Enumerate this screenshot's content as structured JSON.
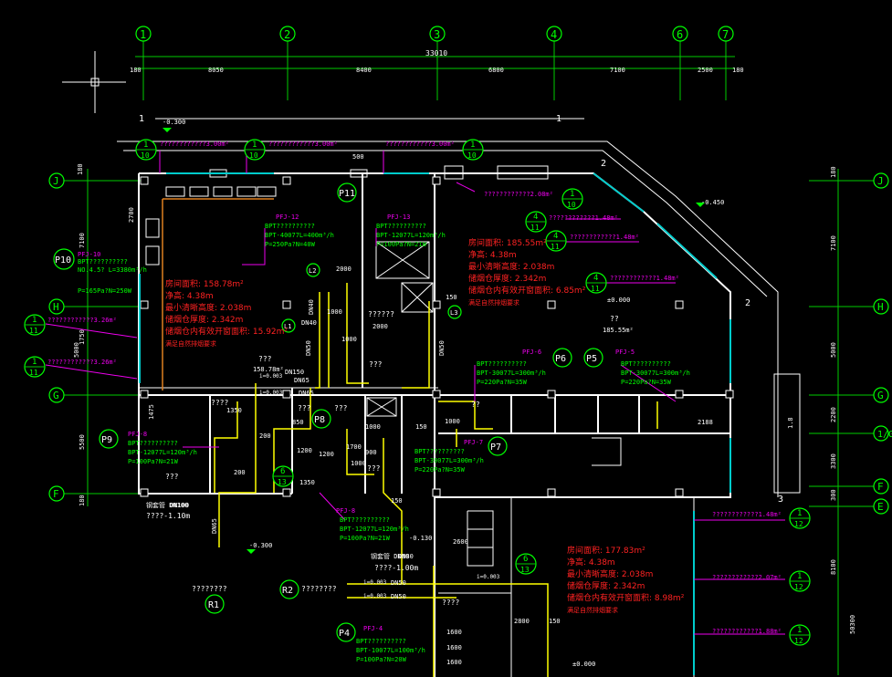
{
  "grid_top": [
    "1",
    "2",
    "3",
    "4",
    "6",
    "7"
  ],
  "grid_right": [
    "J",
    "H",
    "G",
    "F",
    "E"
  ],
  "grid_left": [
    "J",
    "H",
    "G",
    "F"
  ],
  "dims_top": {
    "total": "33010",
    "segments": [
      "180",
      "8050",
      "8400",
      "6800",
      "7100",
      "2500",
      "180"
    ]
  },
  "dims_left": [
    "180",
    "7100",
    "1750",
    "5000",
    "5500",
    "180",
    "2700",
    "1475"
  ],
  "dims_right": [
    "180",
    "7100",
    "5000",
    "2200",
    "3300",
    "300",
    "8100",
    "50300",
    "1.8"
  ],
  "levels": [
    "-0.300",
    "-0.450",
    "±0.000",
    "-0.300",
    "±0.000",
    "-0.130"
  ],
  "section_marks": [
    "1",
    "1",
    "2",
    "2",
    "3"
  ],
  "room_labels": {
    "hall": "???",
    "lounge": "??",
    "corridor": "??",
    "office": "????",
    "reading": "??????",
    "kitchen": "???",
    "toilet_m": "???",
    "toilet_f": "???",
    "toilet": "???",
    "wash": "???",
    "lift": "????"
  },
  "areas": {
    "hall": "158.78m²",
    "dining": "185.55m²"
  },
  "callouts": [
    {
      "n": "1",
      "d": "10",
      "text": "????????????3.00m²"
    },
    {
      "n": "1",
      "d": "10",
      "text": "????????????3.00m²"
    },
    {
      "n": "1",
      "d": "10",
      "text": "????????????3.00m²"
    },
    {
      "n": "1",
      "d": "10",
      "text": "????????????2.08m²"
    },
    {
      "n": "4",
      "d": "11",
      "text": "????????????1.48m²"
    },
    {
      "n": "4",
      "d": "11",
      "text": "????????????1.48m²"
    },
    {
      "n": "4",
      "d": "11",
      "text": "????????????1.48m²"
    },
    {
      "n": "1",
      "d": "11",
      "text": "????????????3.26m²"
    },
    {
      "n": "1",
      "d": "11",
      "text": "????????????3.26m²"
    },
    {
      "n": "1",
      "d": "12",
      "text": "????????????1.48m²"
    },
    {
      "n": "1",
      "d": "12",
      "text": "????????????2.07m²"
    },
    {
      "n": "1",
      "d": "12",
      "text": "????????????1.88m²"
    },
    {
      "n": "6",
      "d": "13",
      "text": ""
    },
    {
      "n": "6",
      "d": "13",
      "text": ""
    }
  ],
  "red_notes": [
    [
      "房间面积: 158.78m²",
      "净高: 4.38m",
      "最小清晰高度: 2.038m",
      "储烟仓厚度: 2.342m",
      "储烟仓内有效开窗面积: 15.92m²",
      "满足自然排烟要求"
    ],
    [
      "房间面积: 185.55m²",
      "净高: 4.38m",
      "最小清晰高度: 2.038m",
      "储烟仓厚度: 2.342m",
      "储烟仓内有效开窗面积: 6.85m²",
      "满足自然排烟要求"
    ],
    [
      "房间面积: 177.83m²",
      "净高: 4.38m",
      "最小清晰高度: 2.038m",
      "储烟仓厚度: 2.342m",
      "储烟仓内有效开窗面积: 8.98m²",
      "满足自然排烟要求"
    ]
  ],
  "fans": [
    {
      "tag": "PFJ-12",
      "l1": "BPT??????????",
      "l2": "BPT-40077L=400m³/h",
      "l3": "P=250Pa?N=40W"
    },
    {
      "tag": "PFJ-13",
      "l1": "BPT??????????",
      "l2": "BPT-12077L=120m³/h",
      "l3": "P=100Pa?N=21W"
    },
    {
      "tag": "PFJ-6",
      "l1": "BPT??????????",
      "l2": "BPT-30077L=300m³/h",
      "l3": "P=220Pa?N=35W"
    },
    {
      "tag": "PFJ-5",
      "l1": "BPT??????????",
      "l2": "BPT-30077L=300m³/h",
      "l3": "P=220Pa?N=35W"
    },
    {
      "tag": "PFJ-8",
      "l1": "BPT??????????",
      "l2": "BPT-12077L=120m³/h",
      "l3": "P=100Pa?N=21W"
    },
    {
      "tag": "PFJ-7",
      "l1": "BPT??????????",
      "l2": "BPT-30077L=300m³/h",
      "l3": "P=220Pa?N=35W"
    },
    {
      "tag": "PFJ-8",
      "l1": "BPT??????????",
      "l2": "BPT-12077L=120m³/h",
      "l3": "P=100Pa?N=21W"
    },
    {
      "tag": "PFJ-4",
      "l1": "BPT??????????",
      "l2": "BPT-10077L=100m³/h",
      "l3": "P=100Pa?N=20W"
    },
    {
      "tag": "PFJ-10",
      "l1": "BPT??????????",
      "l2": "NO.4.5? L=3380m³/h",
      "l3": "P=165Pa?N=250W"
    }
  ],
  "pfj_tags": [
    "P11",
    "P10",
    "P9",
    "P8",
    "P7",
    "P6",
    "P5",
    "P4",
    "R1",
    "R2",
    "L1",
    "L2",
    "L3"
  ],
  "pipes": [
    "DN40",
    "DN40",
    "DN50",
    "DN50",
    "DN65",
    "DN65",
    "DN100",
    "DN80",
    "DN50",
    "DN50",
    "DN65",
    "DN150"
  ],
  "pipe_labels": [
    "钢套管 DN100",
    "????-1.10m",
    "钢套管 DN80",
    "????-1.00m",
    "????????",
    "????????"
  ],
  "slopes": [
    "i=0.003",
    "i=0.003",
    "i=0.003",
    "i=0.003",
    "i=0.003"
  ],
  "small_dims": [
    "500",
    "2000",
    "1000",
    "2000",
    "1000",
    "150",
    "1350",
    "200",
    "200",
    "1000",
    "1000",
    "1350",
    "850",
    "1200",
    "1700",
    "1200",
    "900",
    "150",
    "2800",
    "150",
    "1600",
    "1600",
    "1600",
    "1000",
    "2188",
    "150",
    "2600"
  ]
}
